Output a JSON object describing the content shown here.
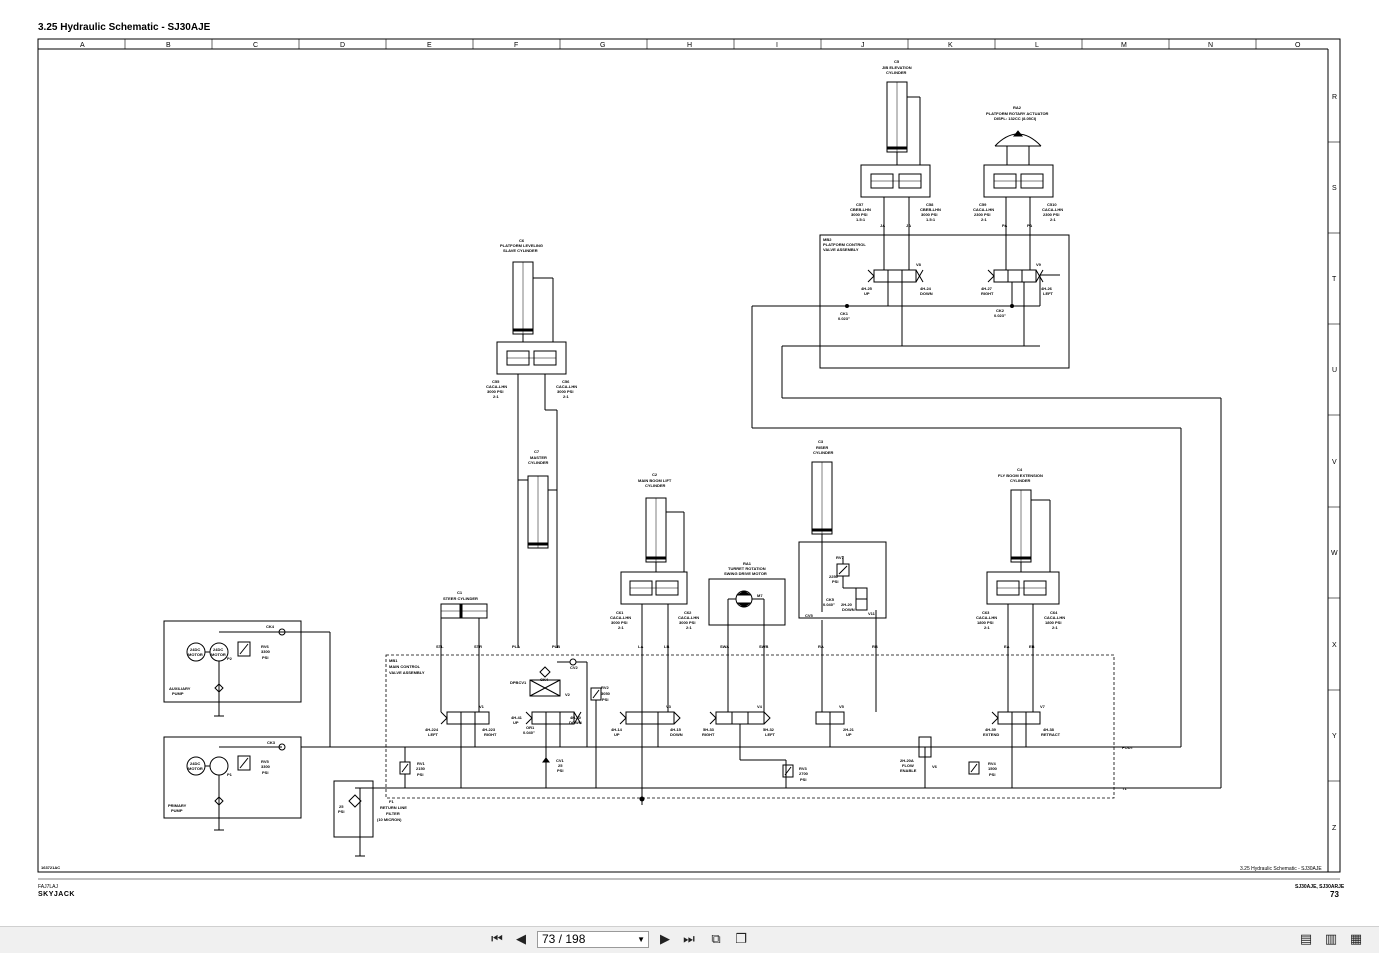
{
  "document": {
    "title": "3.25  Hydraulic Schematic - SJ30AJE",
    "footer_section": "3.25  Hydraulic Schematic - SJ30AJE",
    "footer_left_code": "FAJ7LAJ",
    "footer_brand": "SKYJACK",
    "footer_models": "SJ30AJE, SJ30ARJE",
    "page_number": "73",
    "drawing_number": "163721AC"
  },
  "columns": [
    "A",
    "B",
    "C",
    "D",
    "E",
    "F",
    "G",
    "H",
    "I",
    "J",
    "K",
    "L",
    "M",
    "N",
    "O"
  ],
  "rows": [
    "R",
    "S",
    "T",
    "U",
    "V",
    "W",
    "X",
    "Y",
    "Z"
  ],
  "components": {
    "c5": {
      "id": "C5",
      "name": "JIB ELEVATION",
      "sub": "CYLINDER"
    },
    "ra2": {
      "id": "RA2",
      "name": "PLATFORM ROTARY ACTUATOR",
      "sub": "DISPL: 132CC (8.05CI)"
    },
    "c6": {
      "id": "C6",
      "name": "PLATFORM LEVELING",
      "sub": "SLAVE CYLINDER"
    },
    "c7": {
      "id": "C7",
      "name": "MASTER",
      "sub": "CYLINDER"
    },
    "c2": {
      "id": "C2",
      "name": "MAIN BOOM LIFT",
      "sub": "CYLINDER"
    },
    "c3": {
      "id": "C3",
      "name": "RISER",
      "sub": "CYLINDER"
    },
    "c4": {
      "id": "C4",
      "name": "FLY BOOM EXTENSION",
      "sub": "CYLINDER"
    },
    "c1": {
      "id": "C1",
      "name": "STEER CYLINDER"
    },
    "ra1": {
      "id": "RA1",
      "name": "TURRET ROTATION",
      "sub": "SWING DRIVE MOTOR"
    },
    "mb2": {
      "id": "MB2",
      "name": "PLATFORM CONTROL",
      "sub": "VALVE ASSEMBLY"
    },
    "mb1": {
      "id": "MB1",
      "name": "MAIN CONTROL",
      "sub": "VALVE ASSEMBLY"
    },
    "aux": {
      "name": "AUXILIARY",
      "sub": "PUMP"
    },
    "primary": {
      "name": "PRIMARY",
      "sub": "PUMP"
    },
    "filter": {
      "id": "F1",
      "name": "RETURN LINE",
      "sub": "FILTER",
      "note": "(10 MICRON)"
    },
    "m7": "M7"
  },
  "tags": {
    "c57": [
      "C57",
      "CBEB-LHN",
      "3000 PSI",
      "1.5:1"
    ],
    "c58": [
      "C58",
      "CBEB-LHN",
      "3000 PSI",
      "1.5:1"
    ],
    "c59": [
      "C59",
      "CACA-LHN",
      "2300 PSI",
      "2:1"
    ],
    "c510": [
      "C510",
      "CACA-LHN",
      "2300 PSI",
      "2:1"
    ],
    "c55": [
      "C55",
      "CACA-LHN",
      "3000 PSI",
      "2:1"
    ],
    "c56": [
      "C56",
      "CACA-LHN",
      "3000 PSI",
      "2:1"
    ],
    "c61": [
      "C61",
      "CACA-LHN",
      "3000 PSI",
      "2:1"
    ],
    "c62": [
      "C62",
      "CACA-LHN",
      "3000 PSI",
      "2:1"
    ],
    "c63": [
      "C63",
      "CACA-LHN",
      "1800 PSI",
      "2:1"
    ],
    "c64": [
      "C64",
      "CACA-LHN",
      "1800 PSI",
      "2:1"
    ]
  },
  "ports": {
    "ja1": "JA",
    "ja2": "JA",
    "pa1": "PA",
    "pa2": "PA",
    "stl": "STL",
    "str": "STR",
    "pla": "PLA",
    "plb": "PLB",
    "la": "LA",
    "lb": "LB",
    "swa": "SWA",
    "swb": "SWB",
    "ra": "RA",
    "rb": "RB",
    "ea": "EA",
    "eb": "EB",
    "pout": "POUT",
    "t1": "T1"
  },
  "valves": {
    "v8": {
      "id": "V8",
      "a": "4H-25",
      "a_dir": "UP",
      "b": "4H-24",
      "b_dir": "DOWN"
    },
    "v9": {
      "id": "V9",
      "a": "4H-27",
      "a_dir": "RIGHT",
      "b": "4H-26",
      "b_dir": "LEFT"
    },
    "v1": {
      "id": "V1",
      "a": "4H-224",
      "a_dir": "LEFT",
      "b": "4H-223",
      "b_dir": "RIGHT"
    },
    "v2": {
      "id": "V2",
      "a": "4H-41",
      "a_dir": "UP",
      "b": "4H-40",
      "b_dir": "DOWN"
    },
    "v3": {
      "id": "V3",
      "a": "4H-14",
      "a_dir": "UP",
      "b": "4H-15",
      "b_dir": "DOWN"
    },
    "v4": {
      "id": "V4",
      "a": "5H-33",
      "a_dir": "RIGHT",
      "b": "5H-32",
      "b_dir": "LEFT"
    },
    "v5": {
      "id": "V5",
      "b": "2H-21",
      "b_dir": "UP"
    },
    "v7": {
      "id": "V7",
      "a": "4H-39",
      "a_dir": "EXTEND",
      "b": "4H-38",
      "b_dir": "RETRACT"
    },
    "v6": {
      "id": "V6",
      "a": "2H-20A",
      "line2": "FLOW",
      "line3": "ENABLE"
    },
    "v11": {
      "id": "V11",
      "a": "2H-20",
      "b": "DOWN"
    }
  },
  "misc": {
    "ck1": [
      "CK1",
      "0.023\""
    ],
    "ck2": [
      "CK2",
      "0.023\""
    ],
    "ck5": [
      "CK5",
      "0.040\""
    ],
    "or1": [
      "OR1",
      "0.040\""
    ],
    "ck4": "CK4",
    "ck3": "CK3",
    "cv2": "CV2",
    "cv5": "CV5",
    "cv3": "CV3",
    "dpbcv1": "DPBCV1",
    "cv1": [
      "CV1",
      "25",
      "PSI"
    ],
    "rv1": [
      "RV1",
      "2150",
      "PSI"
    ],
    "rv2": [
      "RV2",
      "3050",
      "PSI"
    ],
    "rv3": [
      "RV3",
      "2700",
      "PSI"
    ],
    "rv4": [
      "RV4",
      "1500",
      "PSI"
    ],
    "rv7": [
      "RV7",
      "2250",
      "PSI"
    ],
    "rv5": [
      "RV5",
      "3300",
      "PSI"
    ],
    "rv6": [
      "RV6",
      "3300",
      "PSI"
    ],
    "p1": "P1",
    "p2": "P2",
    "filter_psi": [
      "25",
      "PSI"
    ],
    "motor_12v": "24DC",
    "motor_word": "MOTOR"
  },
  "viewer": {
    "page_display": "73 / 198",
    "colors": {
      "line": "#000000",
      "toolbar": "#f0f0f0"
    }
  }
}
